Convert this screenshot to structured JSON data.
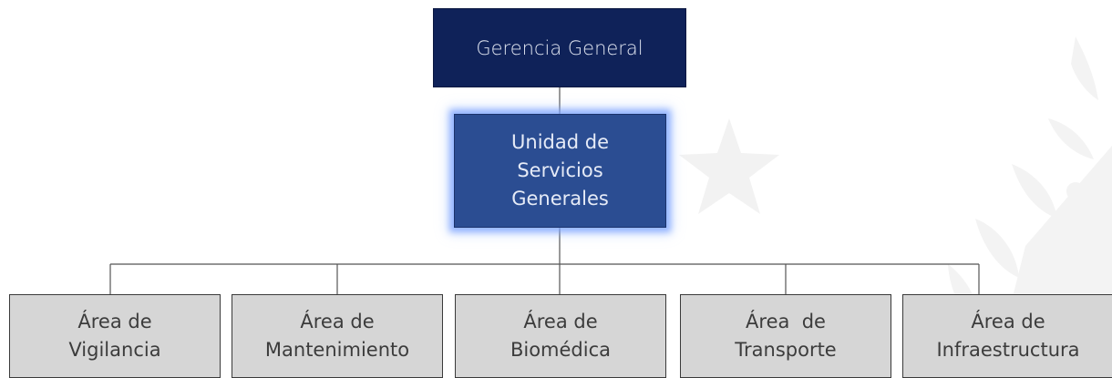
{
  "header_node": {
    "label": "Gerencia General"
  },
  "unit_node": {
    "line1": "Unidad de",
    "line2": "Servicios",
    "line3": "Generales"
  },
  "areas": [
    {
      "line1": "Área de",
      "line2": "Vigilancia"
    },
    {
      "line1": "Área de",
      "line2": "Mantenimiento"
    },
    {
      "line1": "Área de",
      "line2": "Biomédica"
    },
    {
      "line1": "Área  de",
      "line2": "Transporte"
    },
    {
      "line1": "Área de",
      "line2": "Infraestructura"
    }
  ],
  "colors": {
    "header_fill": "#0f2259",
    "unit_fill": "#2b4d92",
    "unit_glow": "#78a0ff",
    "area_fill": "#d6d6d6",
    "connector": "#555555"
  },
  "decorations": [
    "star-watermark",
    "emblem-watermark"
  ]
}
